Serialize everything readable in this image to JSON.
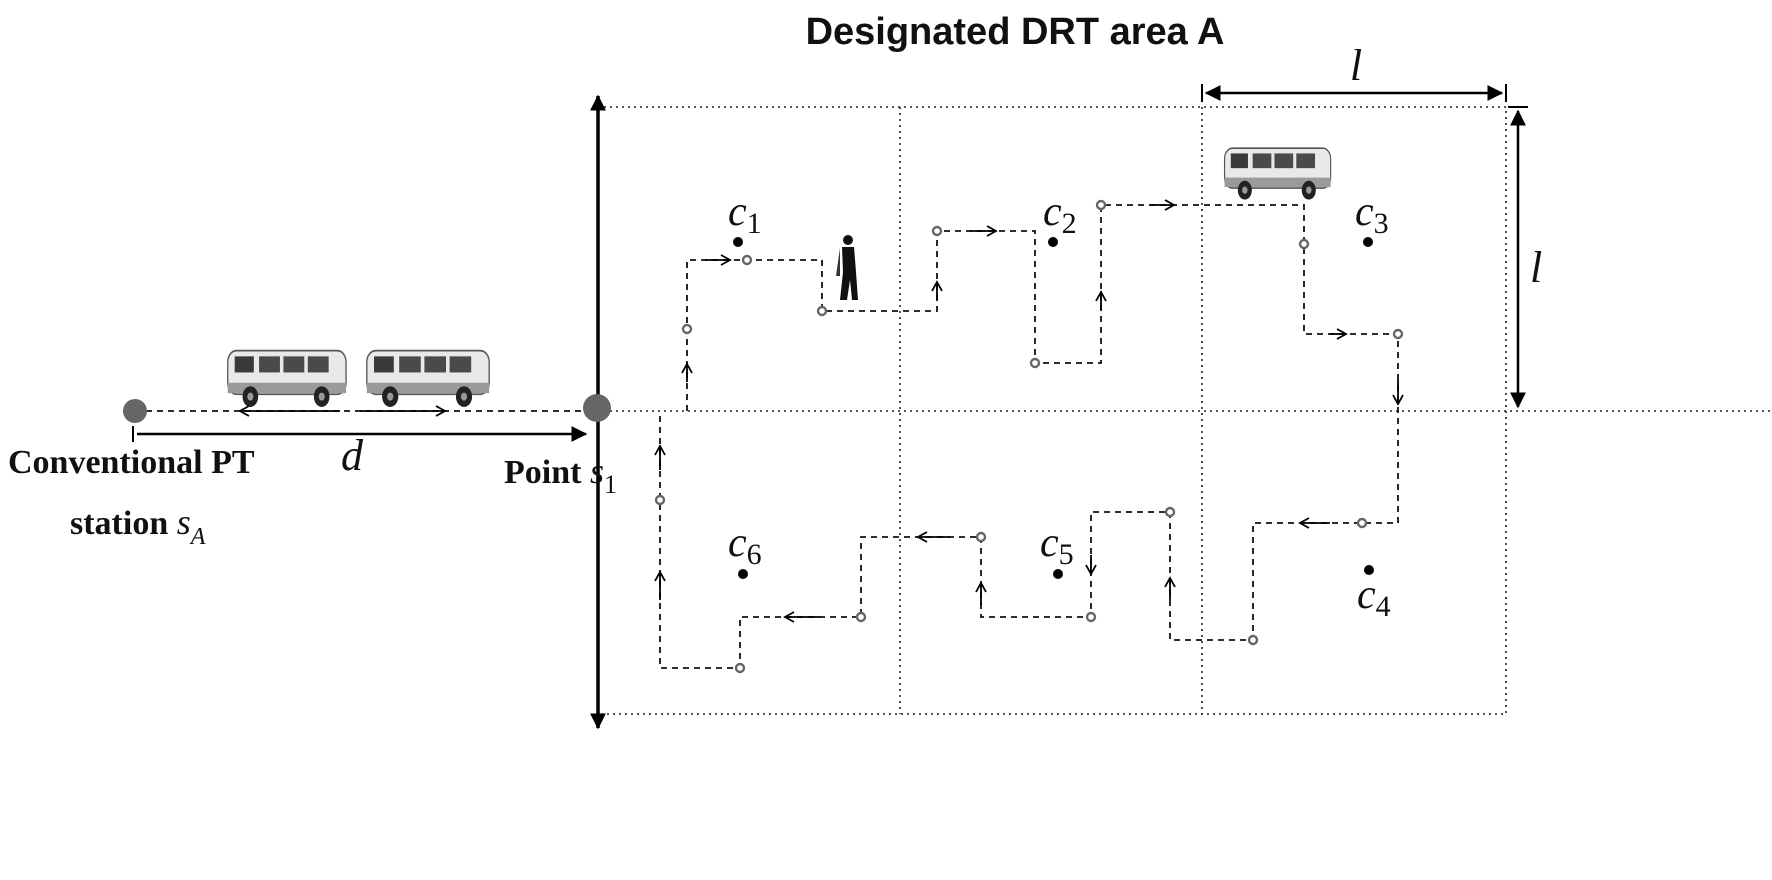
{
  "title": "Designated DRT area A",
  "labels": {
    "station_line1": "Conventional PT",
    "station_line2_text": "station ",
    "station_symbol": "s",
    "station_subscript": "A",
    "point_text": "Point ",
    "point_symbol": "s",
    "point_subscript": "1",
    "distance": "d",
    "cell_width": "l",
    "cell_height": "l"
  },
  "cells": [
    {
      "symbol": "c",
      "index": "1"
    },
    {
      "symbol": "c",
      "index": "2"
    },
    {
      "symbol": "c",
      "index": "3"
    },
    {
      "symbol": "c",
      "index": "4"
    },
    {
      "symbol": "c",
      "index": "5"
    },
    {
      "symbol": "c",
      "index": "6"
    }
  ],
  "icons": {
    "van": "minibus-icon",
    "pedestrian": "pedestrian-icon"
  },
  "colors": {
    "node": "#666666",
    "line": "#000000"
  }
}
